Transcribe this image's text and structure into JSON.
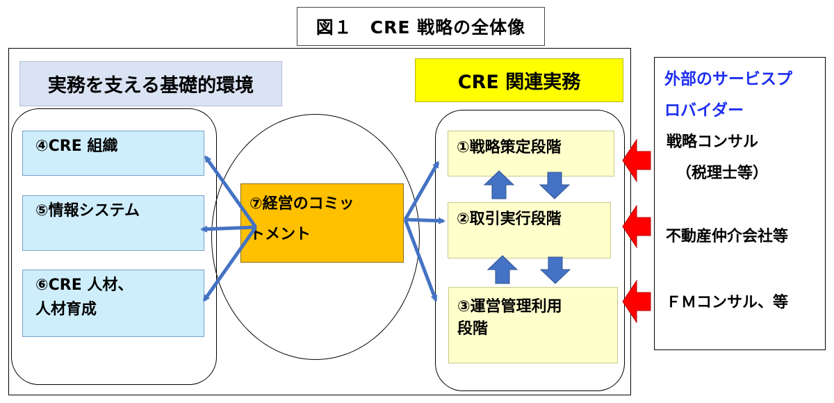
{
  "title": "図１　CRE 戦略の全体像",
  "left_section": {
    "header": "実務を支える基礎的環境",
    "items": [
      {
        "lines": [
          "④CRE 組織"
        ]
      },
      {
        "lines": [
          "⑤情報システム"
        ]
      },
      {
        "lines": [
          "⑥CRE 人材、",
          "人材育成"
        ]
      }
    ]
  },
  "center": {
    "lines": [
      "⑦経営のコミッ",
      "トメント"
    ]
  },
  "right_section": {
    "header": "CRE 関連実務",
    "stages": [
      {
        "lines": [
          "①戦略策定段階"
        ]
      },
      {
        "lines": [
          "②取引実行段階"
        ]
      },
      {
        "lines": [
          "③運営管理利用",
          "段階"
        ]
      }
    ]
  },
  "providers": {
    "heading_lines": [
      "外部のサービスプ",
      "ロバイダー"
    ],
    "consult": "戦略コンサル",
    "tax": "（税理士等）",
    "realty": "不動産仲介会社等",
    "fm": "ＦＭコンサル、等"
  },
  "colors": {
    "env_header_bg": "#dae3f3",
    "left_box_bg": "#cfeefc",
    "commitment_bg": "#ffc000",
    "cre_header_bg": "#ffff00",
    "stage_box_bg": "#ffffcc",
    "connector_arrow": "#4472c4",
    "provider_arrow": "#ff0000",
    "provider_heading_text": "#1c2ef0"
  }
}
